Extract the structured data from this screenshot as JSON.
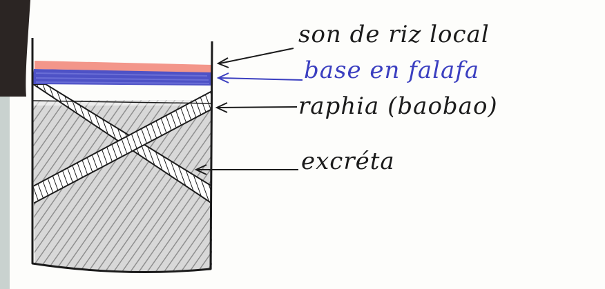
{
  "labels": {
    "son_de_riz": "son de riz local",
    "base_en_falafa": "base en falafa",
    "raphia": "raphia (baobao)",
    "excreta": "excréta"
  },
  "colors": {
    "paper": "#fdfdfb",
    "background_strip": "#c9d2cf",
    "corner_mark": "#2b2523",
    "son_de_riz_layer": "#f3968a",
    "falafa_layer": "#3b3fc0",
    "excreta_shading": "#9a9a9a",
    "ink": "#1b1b1b"
  }
}
